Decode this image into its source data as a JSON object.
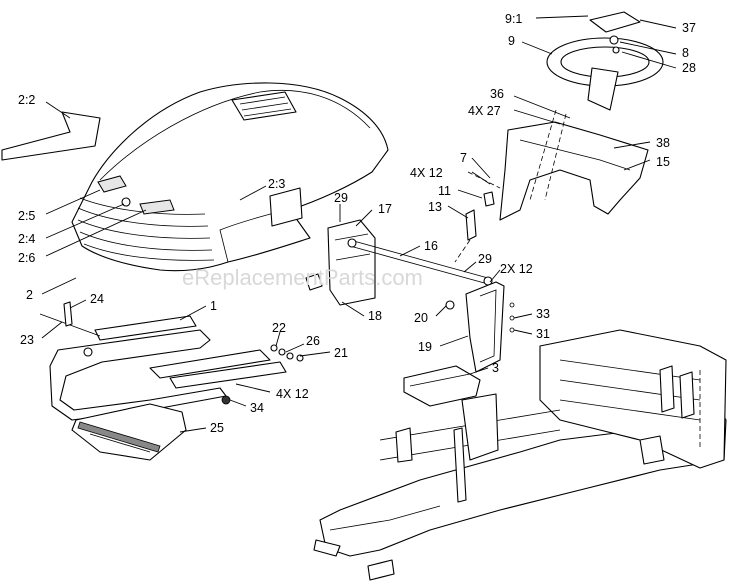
{
  "watermark": "eReplacementParts.com",
  "callouts": {
    "c91": "9:1",
    "c37": "37",
    "c9": "9",
    "c8": "8",
    "c28": "28",
    "c36": "36",
    "c4x27": "4X 27",
    "c38": "38",
    "c15": "15",
    "c22a": "2:2",
    "c7": "7",
    "c4x12a": "4X 12",
    "c11": "11",
    "c13": "13",
    "c23b": "2:3",
    "c29a": "29",
    "c17": "17",
    "c25a": "2:5",
    "c24a": "2:4",
    "c26a": "2:6",
    "c16": "16",
    "c29b": "29",
    "c2x12": "2X 12",
    "c2": "2",
    "c24": "24",
    "c1": "1",
    "c23": "23",
    "c18": "18",
    "c20": "20",
    "c33": "33",
    "c31": "31",
    "c19": "19",
    "c22": "22",
    "c26": "26",
    "c21": "21",
    "c3": "3",
    "c4x12b": "4X 12",
    "c34": "34",
    "c25": "25"
  }
}
